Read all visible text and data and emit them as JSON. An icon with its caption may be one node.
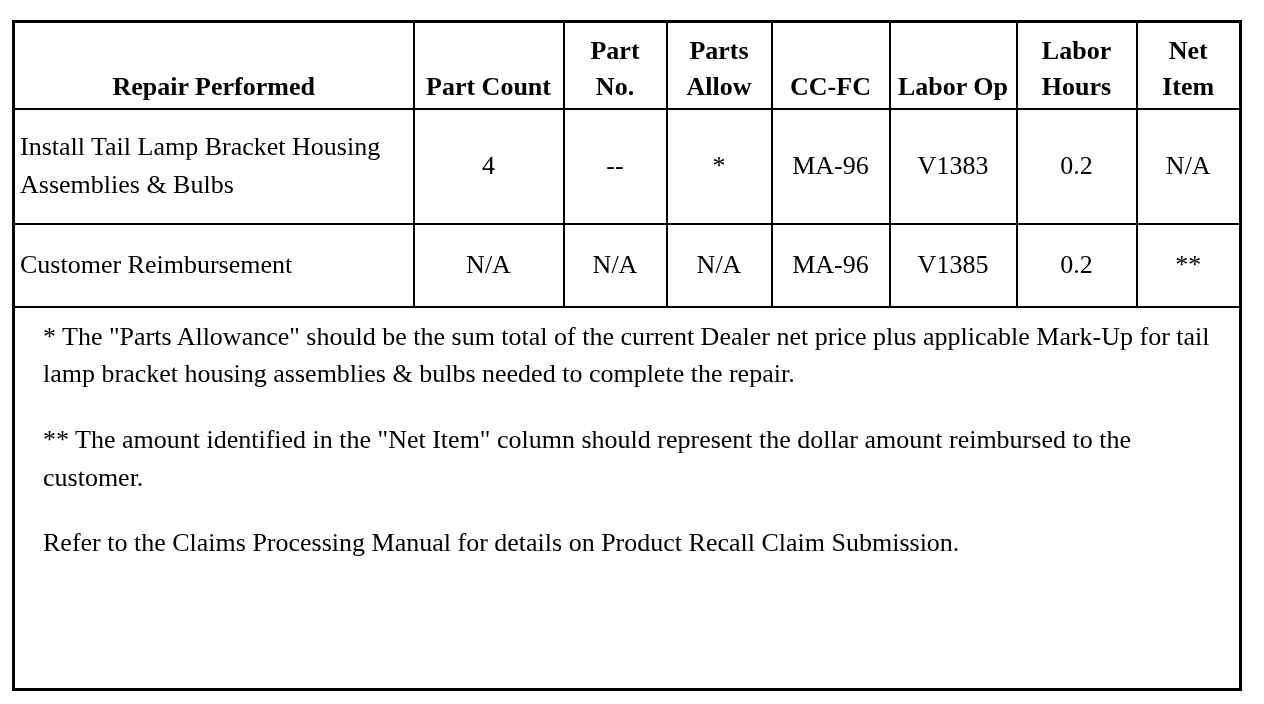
{
  "diagram": {
    "labels": [
      "Repair Performed",
      "Part Count",
      "Part No.",
      "Parts Allow",
      "CC-FC",
      "Labor Op",
      "Labor Hours",
      "Net Item",
      "Install Tail Lamp Bracket Housing Assemblies & Bulbs",
      "4",
      "--",
      "*",
      "MA-96",
      "V1383",
      "0.2",
      "N/A",
      "Customer Reimbursement",
      "N/A",
      "N/A",
      "N/A",
      "MA-96",
      "V1385",
      "0.2",
      "**",
      "* The \"Parts Allowance\" should be the sum total of the current Dealer net price plus applicable Mark-Up for tail lamp bracket housing assemblies & bulbs needed to complete the repair.",
      "** The amount identified in the \"Net Item\" column should represent the dollar amount reimbursed to the customer.",
      "Refer to the Claims Processing Manual for details on Product Recall Claim Submission."
    ]
  }
}
